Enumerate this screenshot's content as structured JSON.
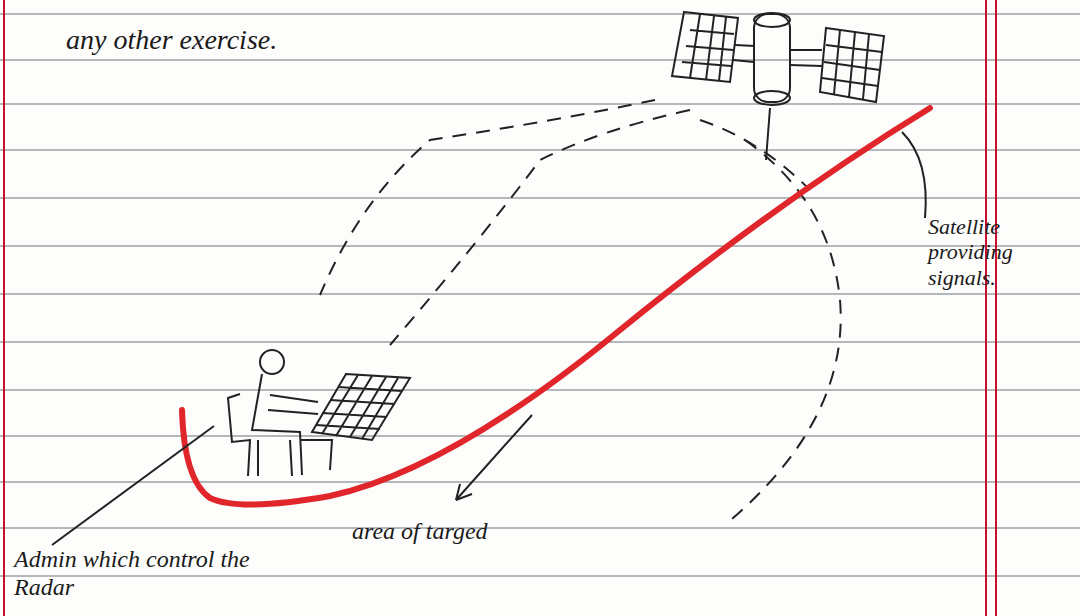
{
  "diagram": {
    "labels": [
      "any other exercise.",
      "Satellite providing signals.",
      "area of targed",
      "Admin which control the Radar"
    ]
  }
}
